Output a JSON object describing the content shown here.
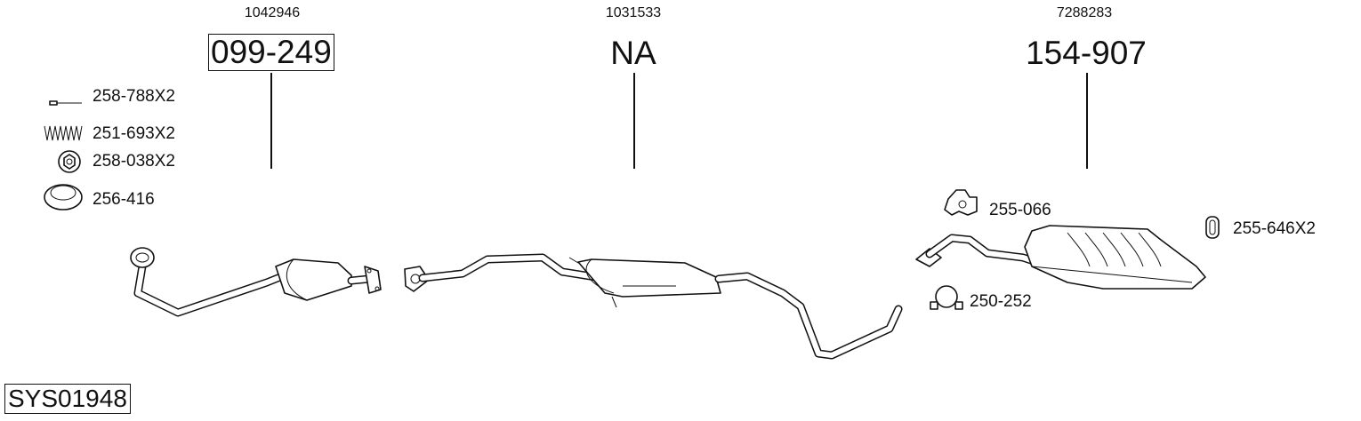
{
  "diagram": {
    "system_code": "SYS01948",
    "parts": [
      {
        "oe_number": "1042946",
        "part_number": "099-249",
        "boxed": true
      },
      {
        "oe_number": "1031533",
        "part_number": "NA",
        "boxed": false
      },
      {
        "oe_number": "7288283",
        "part_number": "154-907",
        "boxed": false
      }
    ],
    "accessories_left": [
      {
        "icon": "bolt-icon",
        "label": "258-788X2"
      },
      {
        "icon": "spring-icon",
        "label": "251-693X2"
      },
      {
        "icon": "nut-icon",
        "label": "258-038X2"
      },
      {
        "icon": "gasket-ring-icon",
        "label": "256-416"
      }
    ],
    "accessories_right": [
      {
        "icon": "rubber-hanger-icon",
        "label": "255-066"
      },
      {
        "icon": "clamp-icon",
        "label": "250-252"
      },
      {
        "icon": "rubber-ring-icon",
        "label": "255-646X2"
      }
    ]
  }
}
